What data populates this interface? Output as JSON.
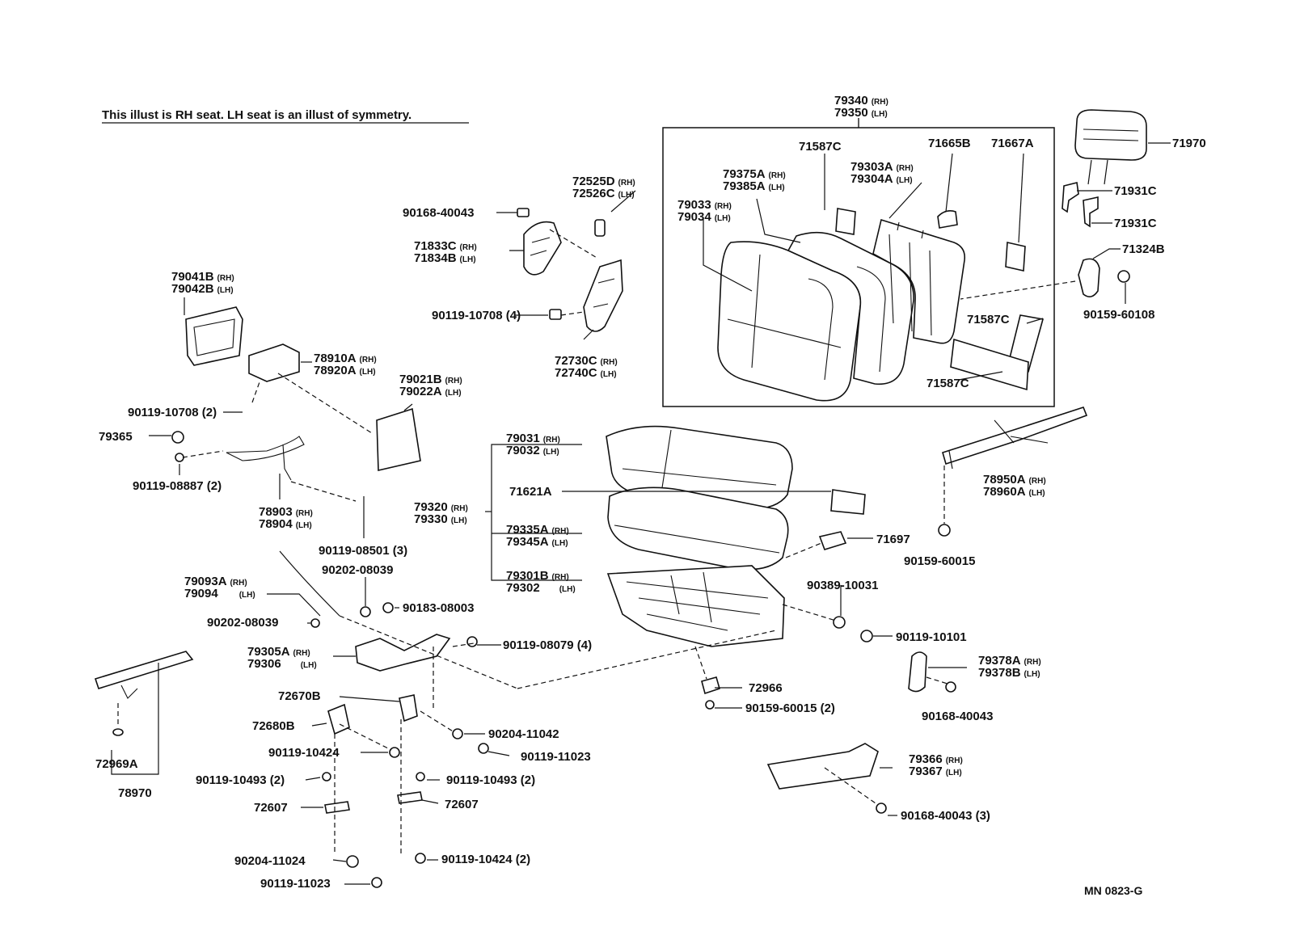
{
  "note": "This illust is RH seat. LH seat is an illust of symmetry.",
  "diagram_code": "MN  0823-G",
  "callouts": {
    "c79340": [
      "79340",
      "(RH)",
      "79350",
      "(LH)"
    ],
    "c71970": [
      "71970"
    ],
    "c71587a": [
      "71587C"
    ],
    "c71665": [
      "71665B"
    ],
    "c71667": [
      "71667A"
    ],
    "c79375": [
      "79375A",
      "(RH)",
      "79385A",
      "(LH)"
    ],
    "c79303": [
      "79303A",
      "(RH)",
      "79304A",
      "(LH)"
    ],
    "c79033": [
      "79033",
      "(RH)",
      "79034",
      "(LH)"
    ],
    "c71931a": [
      "71931C"
    ],
    "c71931b": [
      "71931C"
    ],
    "c71324": [
      "71324B"
    ],
    "c90159_60108": [
      "90159-60108"
    ],
    "c71587b": [
      "71587C"
    ],
    "c71587c": [
      "71587C"
    ],
    "c72525": [
      "72525D",
      "(RH)",
      "72526C",
      "(LH)"
    ],
    "c90168_top": [
      "90168-40043"
    ],
    "c71833": [
      "71833C",
      "(RH)",
      "71834B",
      "(LH)"
    ],
    "c90119_10708_4": [
      "90119-10708 (4)"
    ],
    "c72730": [
      "72730C",
      "(RH)",
      "72740C",
      "(LH)"
    ],
    "c79041": [
      "79041B",
      "(RH)",
      "79042B",
      "(LH)"
    ],
    "c78910": [
      "78910A",
      "(RH)",
      "78920A",
      "(LH)"
    ],
    "c79021": [
      "79021B",
      "(RH)",
      "79022A",
      "(LH)"
    ],
    "c90119_10708_2": [
      "90119-10708 (2)"
    ],
    "c79365": [
      "79365"
    ],
    "c90119_08887": [
      "90119-08887 (2)"
    ],
    "c78903": [
      "78903",
      "(RH)",
      "78904",
      "(LH)"
    ],
    "c90119_08501": [
      "90119-08501 (3)"
    ],
    "c90202_a": [
      "90202-08039"
    ],
    "c90183": [
      "90183-08003"
    ],
    "c79093": [
      "79093A",
      "(RH)",
      "79094",
      "(LH)"
    ],
    "c90202_b": [
      "90202-08039"
    ],
    "c79031": [
      "79031",
      "(RH)",
      "79032",
      "(LH)"
    ],
    "c71621": [
      "71621A"
    ],
    "c79320": [
      "79320",
      "(RH)",
      "79330",
      "(LH)"
    ],
    "c79335": [
      "79335A",
      "(RH)",
      "79345A",
      "(LH)"
    ],
    "c79301": [
      "79301B",
      "(RH)",
      "79302",
      "(LH)"
    ],
    "c71697": [
      "71697"
    ],
    "c78950": [
      "78950A",
      "(RH)",
      "78960A",
      "(LH)"
    ],
    "c90159_60015": [
      "90159-60015"
    ],
    "c90389": [
      "90389-10031"
    ],
    "c90119_10101": [
      "90119-10101"
    ],
    "c79378": [
      "79378A",
      "(RH)",
      "79378B",
      "(LH)"
    ],
    "c90168_r": [
      "90168-40043"
    ],
    "c79305": [
      "79305A",
      "(RH)",
      "79306",
      "(LH)"
    ],
    "c90119_08079": [
      "90119-08079 (4)"
    ],
    "c72966": [
      "72966"
    ],
    "c90159_60015_2": [
      "90159-60015 (2)"
    ],
    "c72670": [
      "72670B"
    ],
    "c90204_11042": [
      "90204-11042"
    ],
    "c72680": [
      "72680B"
    ],
    "c90119_10424_a": [
      "90119-10424"
    ],
    "c90119_11023_a": [
      "90119-11023"
    ],
    "c72969": [
      "72969A"
    ],
    "c90119_10493_a": [
      "90119-10493 (2)"
    ],
    "c90119_10493_b": [
      "90119-10493 (2)"
    ],
    "c78970": [
      "78970"
    ],
    "c72607_a": [
      "72607"
    ],
    "c72607_b": [
      "72607"
    ],
    "c79366": [
      "79366",
      "(RH)",
      "79367",
      "(LH)"
    ],
    "c90168_3": [
      "90168-40043 (3)"
    ],
    "c90204_11024": [
      "90204-11024"
    ],
    "c90119_10424_2": [
      "90119-10424 (2)"
    ],
    "c90119_11023_b": [
      "90119-11023"
    ]
  }
}
